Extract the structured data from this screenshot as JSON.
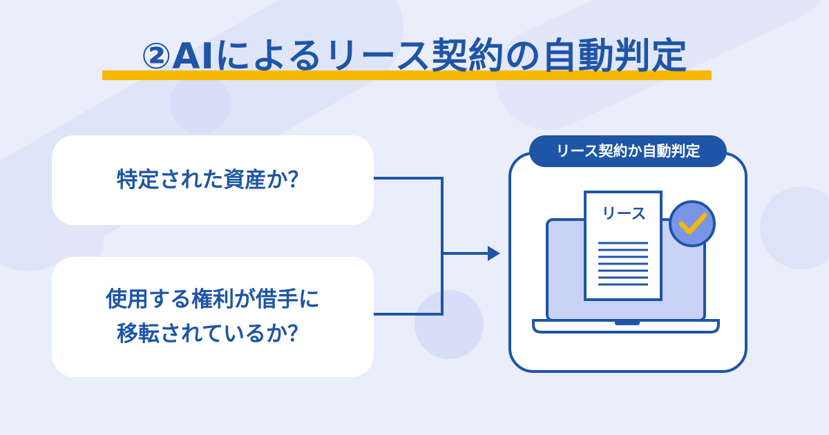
{
  "title": "②AIによるリース契約の自動判定",
  "questions": [
    {
      "text": "特定された資産か？"
    },
    {
      "text": "使用する権利が借手に\n移転されているか？"
    }
  ],
  "result": {
    "badge": "リース契約か自動判定",
    "document_label": "リース",
    "check_icon": "check-icon",
    "laptop_icon": "laptop-icon"
  },
  "colors": {
    "primary": "#1e55a6",
    "accent_yellow": "#f7b900",
    "background": "#eaeefb",
    "screen": "#c9d2f7",
    "check_circle": "#7b95e6"
  }
}
